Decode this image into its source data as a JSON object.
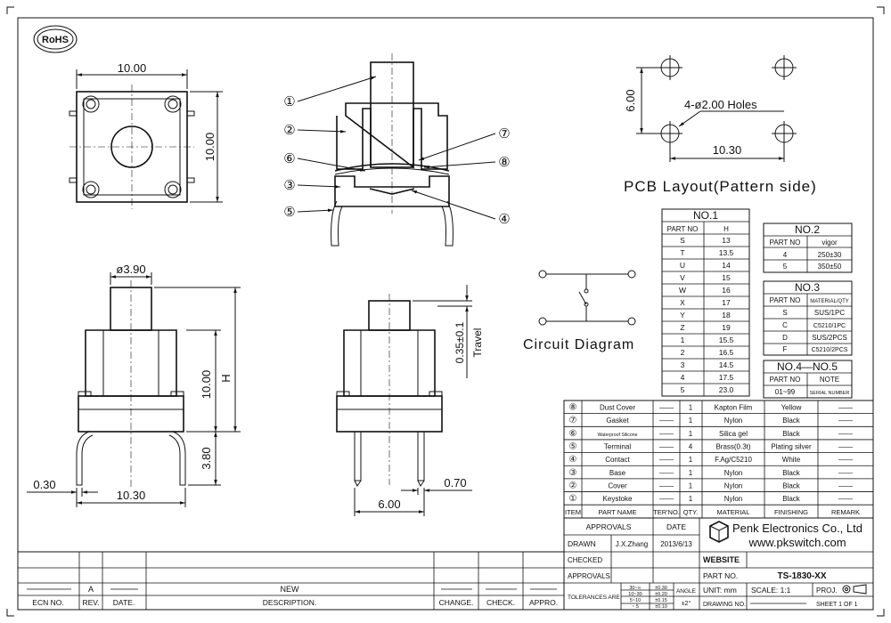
{
  "rohs": "RoHS",
  "top_view": {
    "dim_w": "10.00",
    "dim_h": "10.00"
  },
  "section_callouts": [
    "①",
    "②",
    "⑥",
    "③",
    "⑤",
    "⑦",
    "⑧",
    "④"
  ],
  "pcb": {
    "dim_v": "6.00",
    "dim_h": "10.30",
    "holes": "4-ø2.00 Holes",
    "title": "PCB Layout(Pattern side)"
  },
  "circuit": {
    "title": "Circuit Diagram"
  },
  "front_view": {
    "dia": "ø3.90",
    "h": "H",
    "h10": "10.00",
    "h38": "3.80",
    "w030": "0.30",
    "w1030": "10.30"
  },
  "side_view": {
    "travel": "0.35±0.1",
    "travel_label": "Travel",
    "w600": "6.00",
    "w070": "0.70"
  },
  "no1": {
    "title": "NO.1",
    "headers": [
      "PART NO",
      "H"
    ],
    "rows": [
      [
        "S",
        "13"
      ],
      [
        "T",
        "13.5"
      ],
      [
        "U",
        "14"
      ],
      [
        "V",
        "15"
      ],
      [
        "W",
        "16"
      ],
      [
        "X",
        "17"
      ],
      [
        "Y",
        "18"
      ],
      [
        "Z",
        "19"
      ],
      [
        "1",
        "15.5"
      ],
      [
        "2",
        "16.5"
      ],
      [
        "3",
        "14.5"
      ],
      [
        "4",
        "17.5"
      ],
      [
        "5",
        "23.0"
      ]
    ]
  },
  "no2": {
    "title": "NO.2",
    "headers": [
      "PART NO",
      "vigor"
    ],
    "rows": [
      [
        "4",
        "250±30"
      ],
      [
        "5",
        "350±50"
      ]
    ]
  },
  "no3": {
    "title": "NO.3",
    "headers": [
      "PART NO",
      "MATERIAL/QTY"
    ],
    "rows": [
      [
        "S",
        "SUS/1PC"
      ],
      [
        "C",
        "C5210/1PC"
      ],
      [
        "D",
        "SUS/2PCS"
      ],
      [
        "F",
        "C5210/2PCS"
      ]
    ]
  },
  "no45": {
    "title": "NO.4—NO.5",
    "headers": [
      "PART NO",
      "NOTE"
    ],
    "rows": [
      [
        "01~99",
        "SERIAL NUMBER"
      ]
    ]
  },
  "bom": {
    "rows": [
      [
        "⑧",
        "Dust Cover",
        "——",
        "1",
        "Kapton Film",
        "Yellow",
        "——"
      ],
      [
        "⑦",
        "Gasket",
        "——",
        "1",
        "Nylon",
        "Black",
        "——"
      ],
      [
        "⑥",
        "Waterproof Silicone",
        "——",
        "1",
        "Silica gel",
        "Black",
        "——"
      ],
      [
        "⑤",
        "Terminal",
        "——",
        "4",
        "Brass(0.3t)",
        "Plating silver",
        "——"
      ],
      [
        "④",
        "Contact",
        "——",
        "1",
        "F.Ag/C5210",
        "White",
        "——"
      ],
      [
        "③",
        "Base",
        "——",
        "1",
        "Nylon",
        "Black",
        "——"
      ],
      [
        "②",
        "Cover",
        "——",
        "1",
        "Nylon",
        "Black",
        "——"
      ],
      [
        "①",
        "Keystoke",
        "——",
        "1",
        "Nylon",
        "Black",
        "——"
      ]
    ],
    "headers": [
      "ITEM",
      "PART NAME",
      "TER'NO.",
      "QTY.",
      "MATERIAL",
      "FINISHING",
      "REMARK"
    ]
  },
  "title_block": {
    "approvals": "APPROVALS",
    "date": "DATE",
    "drawn": "DRAWN",
    "drawn_by": "J.X.Zhang",
    "drawn_date": "2013/6/13",
    "checked": "CHECKED",
    "approvals2": "APPROVALS",
    "company": "Penk Electronics Co., Ltd",
    "website_url": "www.pkswitch.com",
    "website": "WEBSITE",
    "part_no_label": "PART NO.",
    "part_no": "TS-1830-XX",
    "unit": "UNIT: mm",
    "scale": "SCALE:  1:1",
    "proj": "PROJ.",
    "tolerances": "TOLERANCES ARE",
    "tol_rows": [
      [
        "30~∞",
        "±0.30"
      ],
      [
        "10~30",
        "±0.20"
      ],
      [
        "5~10",
        "±0.15"
      ],
      [
        "~ 5",
        "±0.10"
      ]
    ],
    "angle": "ANGLE",
    "angle_val": "±2°",
    "drawing_no": "DRAWING NO.",
    "sheet": "SHEET  1  OF  1"
  },
  "revision": {
    "rev": "A",
    "new": "NEW",
    "headers": [
      "ECN NO.",
      "REV.",
      "DATE.",
      "DESCRIPTION.",
      "CHANGE.",
      "CHECK.",
      "APPRO."
    ]
  }
}
